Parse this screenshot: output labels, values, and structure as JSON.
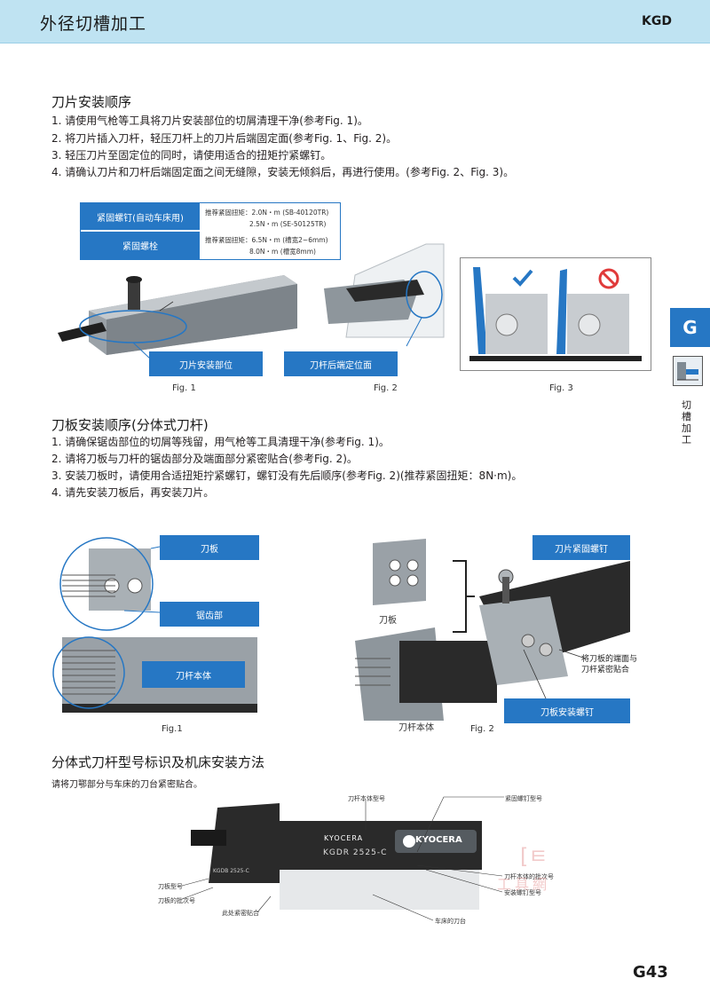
{
  "header": {
    "title": "外径切槽加工",
    "code": "KGD"
  },
  "side": {
    "tab_letter": "G",
    "label": "切槽加工"
  },
  "page_number": "G43",
  "section1": {
    "title": "刀片安装顺序",
    "steps": [
      "1. 请使用气枪等工具将刀片安装部位的切屑清理干净(参考Fig. 1)。",
      "2. 将刀片插入刀杆，轻压刀杆上的刀片后端固定面(参考Fig. 1、Fig. 2)。",
      "3. 轻压刀片至固定位的同时，请使用适合的扭矩拧紧螺钉。",
      "4. 请确认刀片和刀杆后端固定面之间无缝隙，安装无倾斜后，再进行使用。(参考Fig. 2、Fig. 3)。"
    ],
    "table": {
      "row1_label": "紧固螺钉(自动车床用)",
      "row1_line1": "推荐紧固扭矩：2.0N・m (SB-40120TR)",
      "row1_line2": "2.5N・m (SE-50125TR)",
      "row2_label": "紧固螺栓",
      "row2_line1": "推荐紧固扭矩：6.5N・m (槽宽2~6mm)",
      "row2_line2": "8.0N・m (槽宽8mm)"
    },
    "callout_insert_position": "刀片安装部位",
    "callout_rear_face": "刀杆后端定位面",
    "fig1": "Fig. 1",
    "fig2": "Fig. 2",
    "fig3": "Fig. 3"
  },
  "section2": {
    "title": "刀板安装顺序(分体式刀杆)",
    "steps": [
      "1. 请确保锯齿部位的切屑等残留，用气枪等工具清理干净(参考Fig. 1)。",
      "2. 请将刀板与刀杆的锯齿部分及端面部分紧密贴合(参考Fig. 2)。",
      "3. 安装刀板时，请使用合适扭矩拧紧螺钉，螺钉没有先后顺序(参考Fig. 2)(推荐紧固扭矩：8N·m)。",
      "4. 请先安装刀板后，再安装刀片。"
    ],
    "callout_blade": "刀板",
    "callout_serration": "锯齿部",
    "callout_body": "刀杆本体",
    "label_blade": "刀板",
    "label_body": "刀杆本体",
    "callout_insert_screw": "刀片紧固螺钉",
    "note_end_face_line1": "将刀板的端面与",
    "note_end_face_line2": "刀杆紧密贴合",
    "callout_blade_screw": "刀板安装螺钉",
    "fig1": "Fig.1",
    "fig2": "Fig. 2"
  },
  "section3": {
    "title": "分体式刀杆型号标识及机床安装方法",
    "subtitle": "请将刀鄂部分与车床的刀台紧密贴合。",
    "labels": {
      "body_model": "刀杆本体型号",
      "screw_model": "紧固螺钉型号",
      "blade_model": "刀板型号",
      "blade_lot": "刀板的批次号",
      "contact_here": "此处紧密贴合",
      "body_lot": "刀杆本体的批次号",
      "bolt_model": "安装螺钉型号",
      "turret": "车床的刀台"
    },
    "brand": "KYOCERA",
    "model_mark": "KGDR 2525-C",
    "blade_mark": "KGDB 2525-C",
    "watermark": "工具網"
  },
  "colors": {
    "accent": "#2677c4",
    "header_bg": "#bfe3f2",
    "dark_metal": "#2a2a2a"
  }
}
